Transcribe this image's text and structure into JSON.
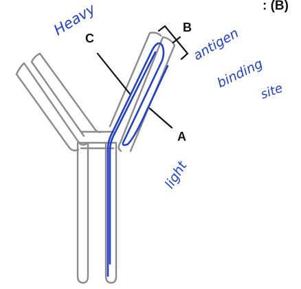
{
  "header_fragment": ": (B)",
  "labels": {
    "a": "A",
    "b": "B",
    "c": "C"
  },
  "handwritten_notes": {
    "heavy": "Heavy",
    "antigen": "antigen",
    "binding": "binding",
    "site": "site",
    "light": "light"
  },
  "colors": {
    "outline": "#8a8a8a",
    "ink_print": "#111111",
    "ink_handwriting": "#1f3fd1",
    "background": "#ffffff"
  }
}
